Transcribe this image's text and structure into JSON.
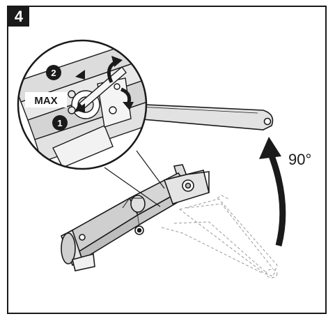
{
  "step": {
    "number": "4"
  },
  "labels": {
    "angle": "90°",
    "max": "MAX",
    "marker_1": "1",
    "marker_2": "2"
  },
  "icons": {
    "rotation_arrow": "curved-rotate-arrow",
    "swing_arrow": "curved-swing-arrow"
  },
  "colors": {
    "line": "#1a1a1a",
    "arm_fill": "#d9d9d9",
    "body_fill": "#cfcfcf",
    "ghost": "#9a9a9a",
    "background": "#ffffff"
  }
}
